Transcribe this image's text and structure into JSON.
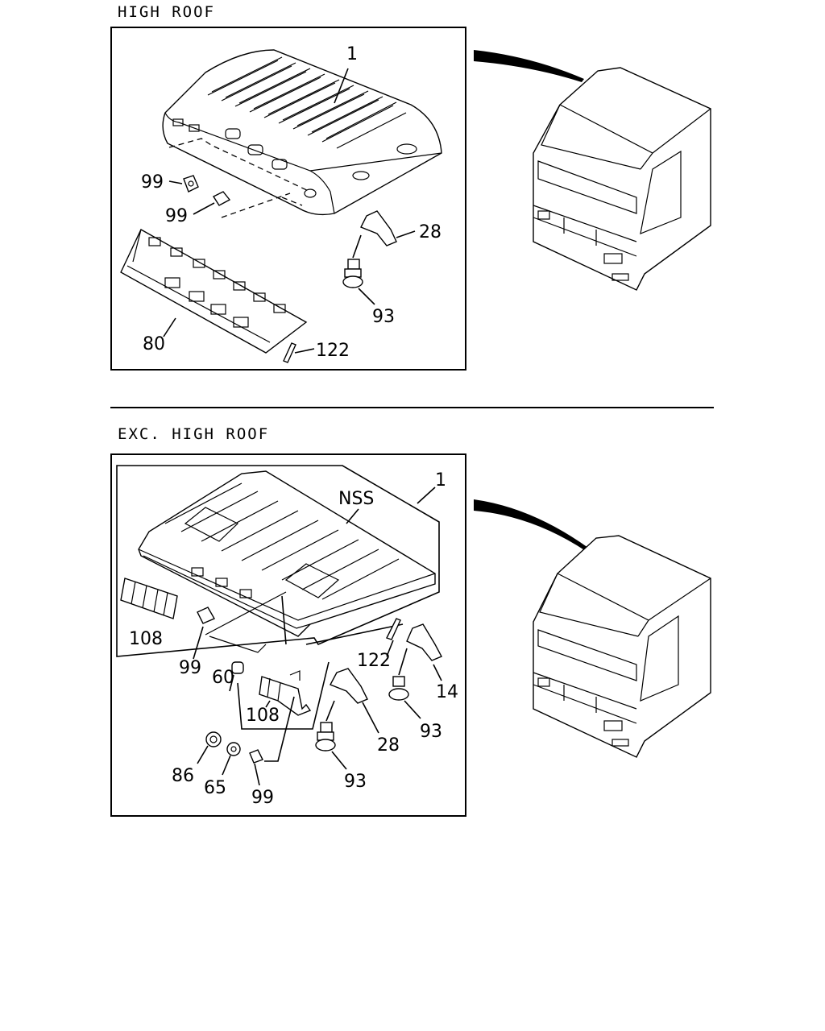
{
  "sections": [
    {
      "heading": "HIGH ROOF",
      "labels": [
        "1",
        "99",
        "99",
        "28",
        "93",
        "80",
        "122"
      ]
    },
    {
      "heading": "EXC. HIGH ROOF",
      "labels": [
        "1",
        "NSS",
        "108",
        "99",
        "60",
        "122",
        "14",
        "108",
        "93",
        "28",
        "93",
        "86",
        "65",
        "99"
      ]
    }
  ]
}
